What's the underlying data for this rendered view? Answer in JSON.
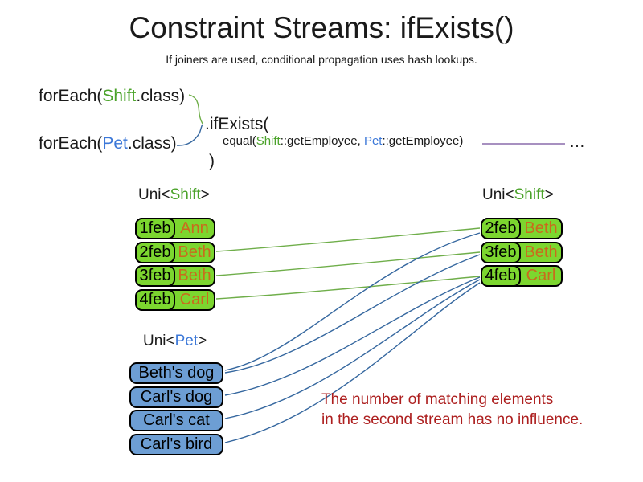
{
  "slide": {
    "title": "Constraint Streams: ifExists()",
    "subtitle": "If joiners are used, conditional propagation uses hash lookups."
  },
  "code": {
    "foreach_shift": {
      "pre": "forEach(",
      "cls": "Shift",
      "post": ".class)"
    },
    "foreach_pet": {
      "pre": "forEach(",
      "cls": "Pet",
      "post": ".class)"
    },
    "if_exists": ".ifExists(",
    "equal": {
      "pre": "equal(",
      "arg1_cls": "Shift",
      "arg1_rest": "::getEmployee, ",
      "arg2_cls": "Pet",
      "arg2_rest": "::getEmployee)"
    },
    "close": ")",
    "ellipsis": "…"
  },
  "left_shift_table": {
    "label": {
      "pre": "Uni<",
      "cls": "Shift",
      "post": ">"
    },
    "rows": [
      {
        "date": "1feb",
        "name": "Ann"
      },
      {
        "date": "2feb",
        "name": "Beth"
      },
      {
        "date": "3feb",
        "name": "Beth"
      },
      {
        "date": "4feb",
        "name": "Carl"
      }
    ]
  },
  "right_shift_table": {
    "label": {
      "pre": "Uni<",
      "cls": "Shift",
      "post": ">"
    },
    "rows": [
      {
        "date": "2feb",
        "name": "Beth"
      },
      {
        "date": "3feb",
        "name": "Beth"
      },
      {
        "date": "4feb",
        "name": "Carl"
      }
    ]
  },
  "pet_table": {
    "label": {
      "pre": "Uni<",
      "cls": "Pet",
      "post": ">"
    },
    "rows": [
      {
        "name": "Beth's dog"
      },
      {
        "name": "Carl's dog"
      },
      {
        "name": "Carl's cat"
      },
      {
        "name": "Carl's bird"
      }
    ]
  },
  "note": {
    "line1": "The number of matching elements",
    "line2": "in the second stream has no influence."
  },
  "colors": {
    "class_green": "#4ba32a",
    "class_blue": "#3c78d8",
    "box_green": "#7cd62f",
    "box_blue": "#6d9ed4",
    "name_orange": "#c96b1d",
    "note_red": "#ad1f1f",
    "line_green": "#6fae4a",
    "line_blue": "#35679f",
    "line_purple": "#8a6bab",
    "text_black": "#1a1a1a"
  }
}
